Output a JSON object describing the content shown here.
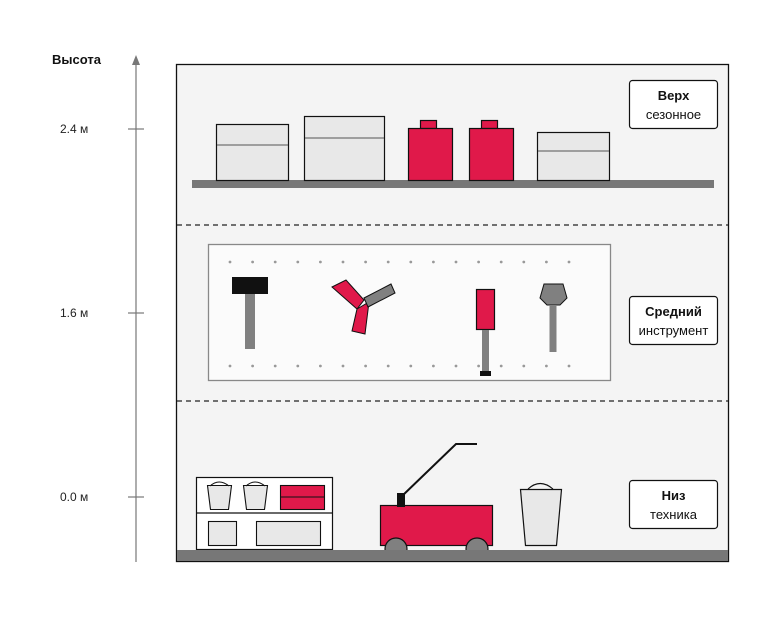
{
  "axis": {
    "title": "Высота",
    "ticks": [
      "2.4 м",
      "1.6 м",
      "0.0 м"
    ]
  },
  "zones": {
    "top": {
      "title": "Верх",
      "subtitle": "сезонное"
    },
    "middle": {
      "title": "Средний",
      "subtitle": "инструмент"
    },
    "bottom": {
      "title": "Низ",
      "subtitle": "техника"
    }
  },
  "colors": {
    "accent": "#e0194a",
    "box": "#e8e8e8",
    "shelf": "#777777",
    "tool": "#808080",
    "outline": "#111111"
  },
  "icons": {
    "top_shelf": [
      "storage-box",
      "storage-box",
      "red-canister",
      "red-canister",
      "storage-box"
    ],
    "pegboard": [
      "hammer",
      "wrench",
      "screwdriver",
      "scraper"
    ],
    "floor": [
      "utility-cart",
      "bucket",
      "bucket",
      "red-toolbox",
      "lawn-mower",
      "bucket"
    ]
  }
}
